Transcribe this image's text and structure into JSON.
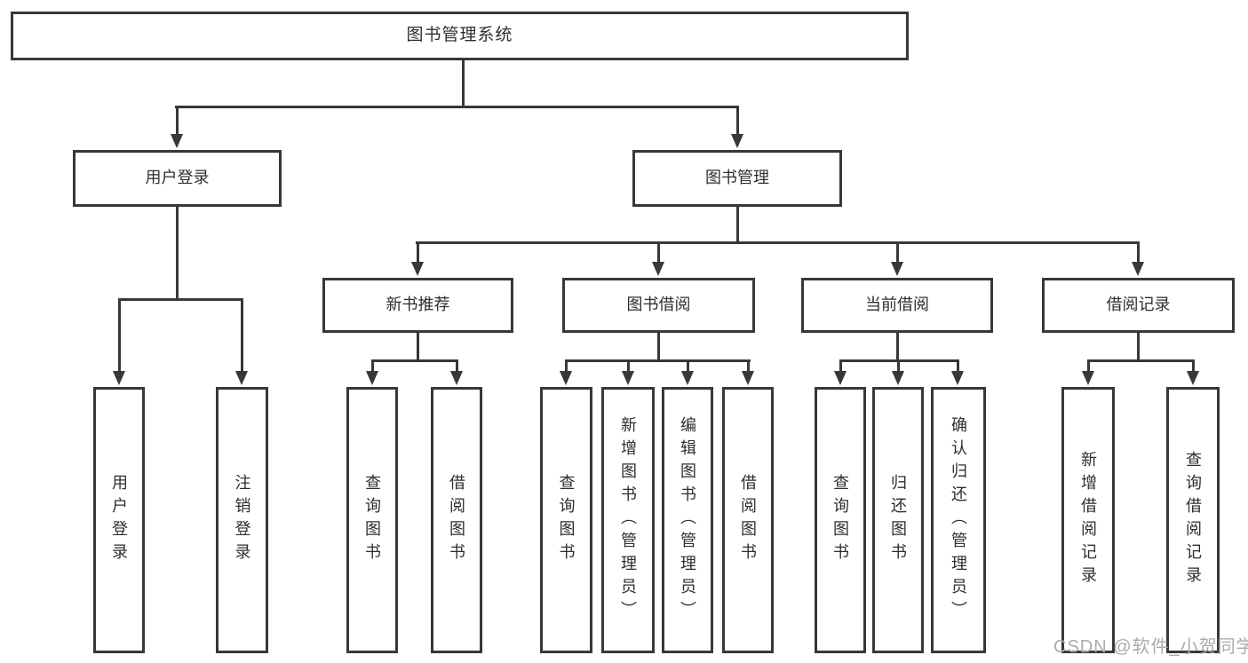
{
  "diagram": {
    "tree": {
      "root": {
        "label": "图书管理系统",
        "children": [
          {
            "label": "用户登录",
            "children": [
              {
                "label": "用户登录"
              },
              {
                "label": "注销登录"
              }
            ]
          },
          {
            "label": "图书管理",
            "children": [
              {
                "label": "新书推荐",
                "children": [
                  {
                    "label": "查询图书"
                  },
                  {
                    "label": "借阅图书"
                  }
                ]
              },
              {
                "label": "图书借阅",
                "children": [
                  {
                    "label": "查询图书"
                  },
                  {
                    "label": "新增图书（管理员）"
                  },
                  {
                    "label": "编辑图书（管理员）"
                  },
                  {
                    "label": "借阅图书"
                  }
                ]
              },
              {
                "label": "当前借阅",
                "children": [
                  {
                    "label": "查询图书"
                  },
                  {
                    "label": "归还图书"
                  },
                  {
                    "label": "确认归还（管理员）"
                  }
                ]
              },
              {
                "label": "借阅记录",
                "children": [
                  {
                    "label": "新增借阅记录"
                  },
                  {
                    "label": "查询借阅记录"
                  }
                ]
              }
            ]
          }
        ]
      }
    },
    "colors": {
      "line": "#383838",
      "text": "#2e2e2e",
      "box_background": "#ffffff",
      "page_background": "#ffffff",
      "watermark": "#ababab"
    },
    "watermark": {
      "text": "CSDN @软件_小贺同学"
    }
  }
}
